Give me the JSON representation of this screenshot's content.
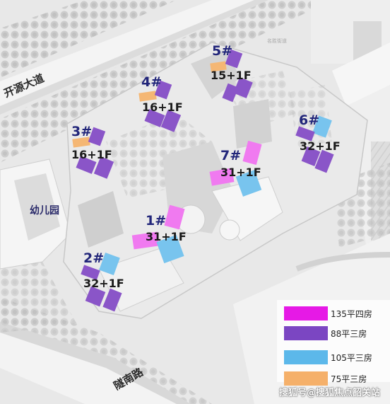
{
  "roads": {
    "north": "开源大道",
    "south": "隧南路"
  },
  "kindergarten_label": "幼儿园",
  "small_map_text": "名胜街道",
  "buildings": [
    {
      "id": "5#",
      "floors": "15+1F"
    },
    {
      "id": "4#",
      "floors": "16+1F"
    },
    {
      "id": "3#",
      "floors": "16+1F"
    },
    {
      "id": "6#",
      "floors": "32+1F"
    },
    {
      "id": "7#",
      "floors": "31+1F"
    },
    {
      "id": "1#",
      "floors": "31+1F"
    },
    {
      "id": "2#",
      "floors": "32+1F"
    }
  ],
  "legend": [
    {
      "label": "135平四房",
      "color": "#e619e6"
    },
    {
      "label": "88平三房",
      "color": "#7b46c2"
    },
    {
      "label": "105平三房",
      "color": "#5cb8ea"
    },
    {
      "label": "75平三房",
      "color": "#f5b06a"
    }
  ],
  "unit_colors": {
    "four_room_135": "#f07af0",
    "three_room_88": "#8a55c8",
    "three_room_105": "#78c4ee",
    "three_room_75": "#f5b774"
  },
  "watermark": "搜狐号@搜狐焦点韶关站"
}
